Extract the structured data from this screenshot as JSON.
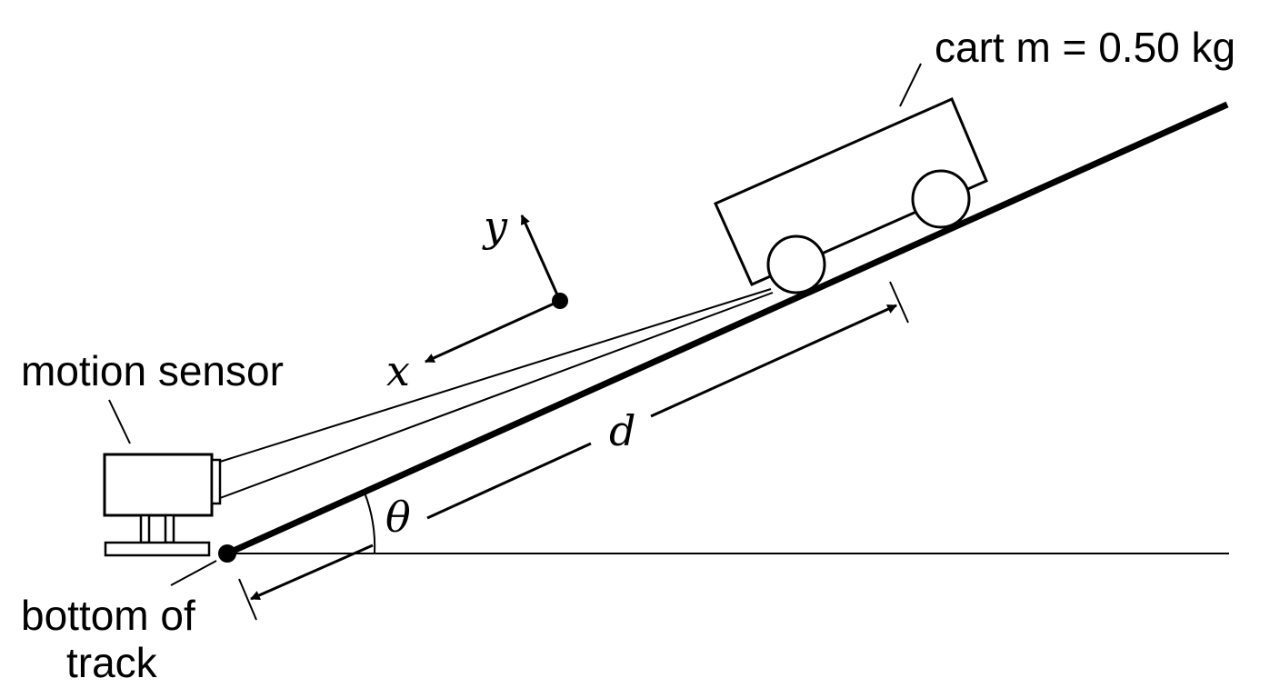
{
  "labels": {
    "cart": "cart  m = 0.50 kg",
    "motion_sensor": "motion sensor",
    "bottom_line1": "bottom of",
    "bottom_line2": "track",
    "axis_x": "x",
    "axis_y": "y",
    "distance": "d",
    "angle": "θ"
  },
  "colors": {
    "ink": "#000000",
    "background": "#ffffff"
  }
}
